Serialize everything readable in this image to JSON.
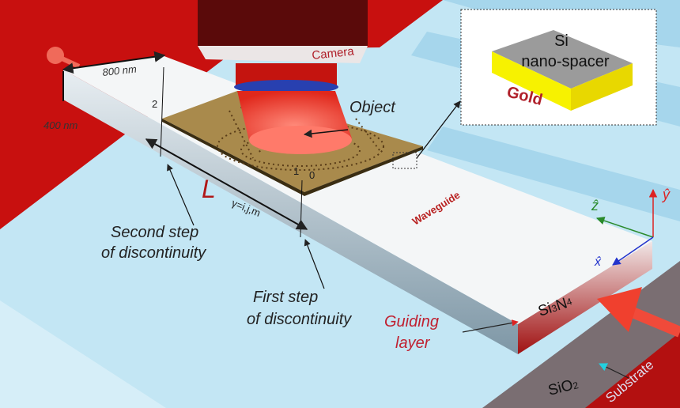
{
  "labels": {
    "camera": "Camera",
    "object": "Object",
    "width": "800 nm",
    "height": "400 nm",
    "marker_2": "2",
    "marker_1": "1",
    "marker_0": "0",
    "length": "L",
    "length_subscript": "γ=i,j,m",
    "second_step_line1": "Second step",
    "second_step_line2": "of discontinuity",
    "first_step_line1": "First step",
    "first_step_line2": "of discontinuity",
    "waveguide": "Waveguide",
    "guiding_line1": "Guiding",
    "guiding_line2": "layer",
    "si3n4_si": "Si",
    "si3n4_3": "3",
    "si3n4_n": "N",
    "si3n4_4": "4",
    "sio2_si": "SiO",
    "sio2_2": "2",
    "substrate": "Substrate",
    "axis_z": "ẑ",
    "axis_x": "x̂",
    "axis_y": "ŷ"
  },
  "inset": {
    "top_line1": "Si",
    "top_line2": "nano-spacer",
    "bottom": "Gold"
  },
  "colors": {
    "background": "#bfe5f4",
    "red": "#c8100f",
    "gold": "#a98a4c",
    "yellow": "#f7f200",
    "gray": "#9b9b9b"
  }
}
